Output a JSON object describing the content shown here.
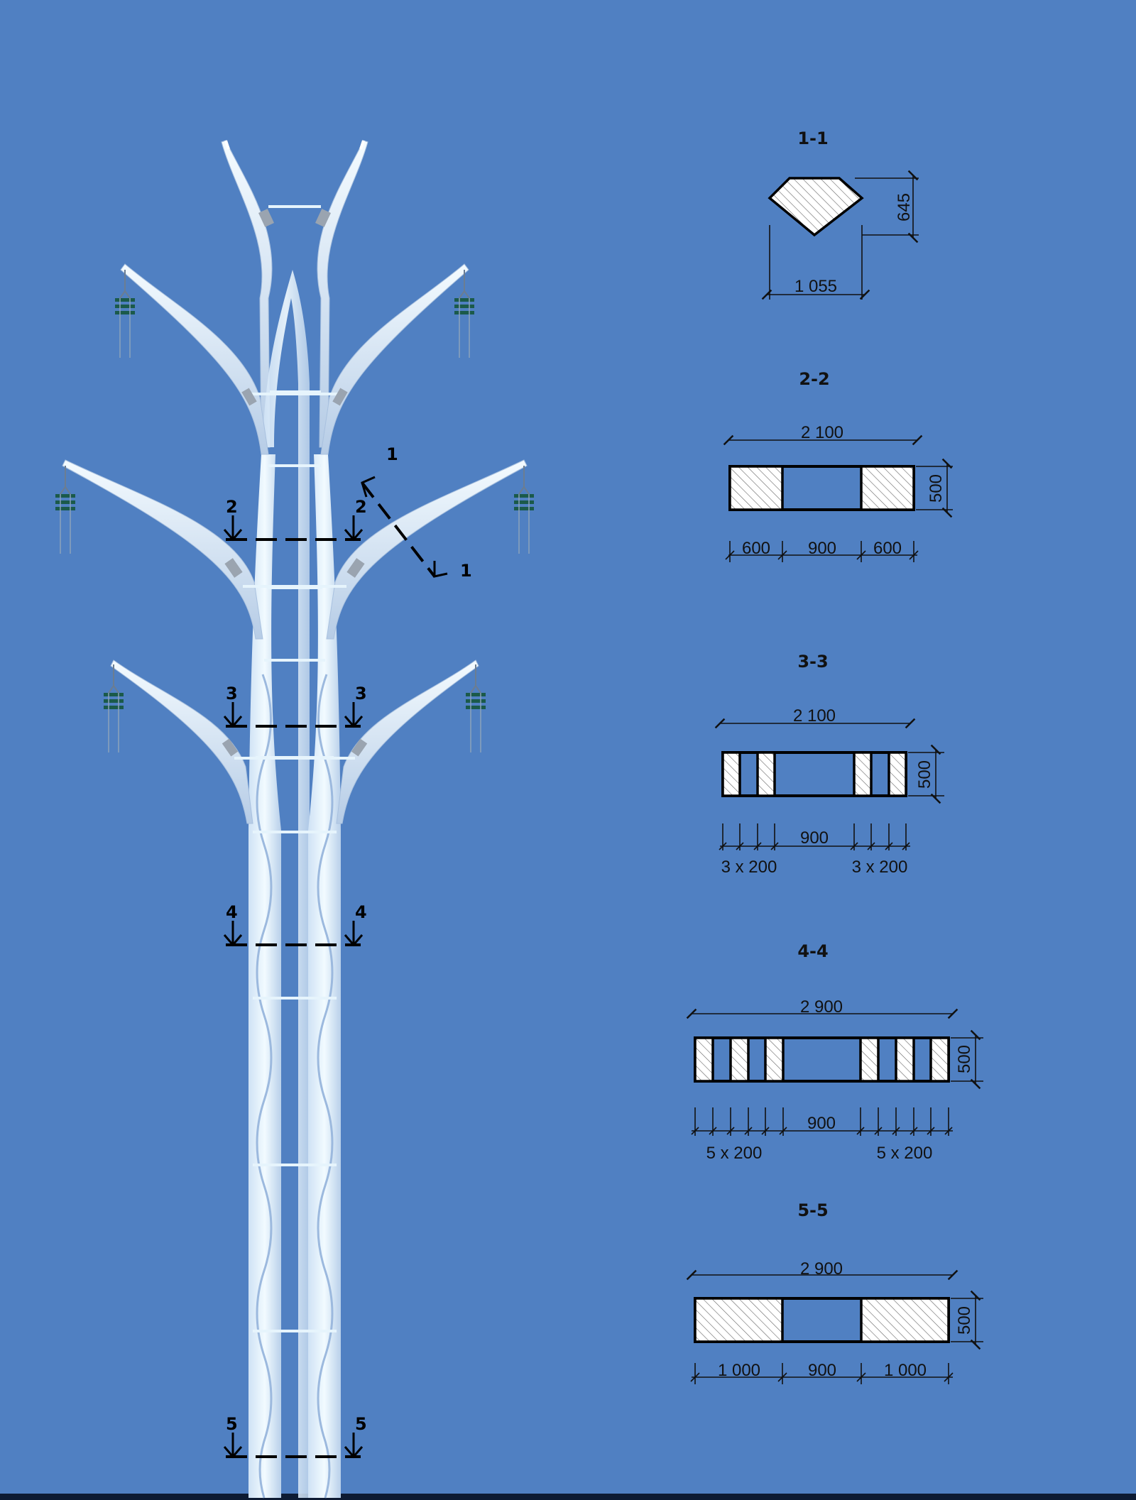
{
  "colors": {
    "background": "#5080c2",
    "tower_light": "#e6f4fc",
    "tower_shade": "#b7cde8",
    "insulator": "#1b5a4a",
    "line": "#000000",
    "ground": "#0d1b33"
  },
  "tower": {
    "cut_marks": [
      {
        "id": "2",
        "left": "2",
        "right": "2"
      },
      {
        "id": "3",
        "left": "3",
        "right": "3"
      },
      {
        "id": "4",
        "left": "4",
        "right": "4"
      },
      {
        "id": "5",
        "left": "5",
        "right": "5"
      }
    ],
    "oblique_cut": {
      "start": "1",
      "end": "1"
    }
  },
  "sections": {
    "s1": {
      "title": "1-1",
      "width": "1 055",
      "height": "645"
    },
    "s2": {
      "title": "2-2",
      "total": "2 100",
      "height": "500",
      "parts": [
        "600",
        "900",
        "600"
      ]
    },
    "s3": {
      "title": "3-3",
      "total": "2 100",
      "height": "500",
      "gap": "900",
      "left_group": "3 x 200",
      "right_group": "3 x 200"
    },
    "s4": {
      "title": "4-4",
      "total": "2 900",
      "height": "500",
      "gap": "900",
      "left_group": "5 x 200",
      "right_group": "5 x 200"
    },
    "s5": {
      "title": "5-5",
      "total": "2 900",
      "height": "500",
      "parts": [
        "1 000",
        "900",
        "1 000"
      ]
    }
  }
}
